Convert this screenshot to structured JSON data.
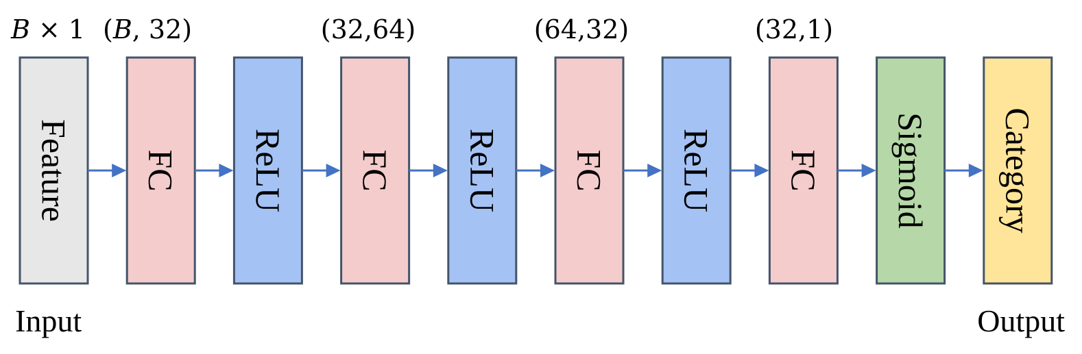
{
  "colors": {
    "feature": "#e7e7e7",
    "fc": "#f4cccc",
    "relu": "#a4c2f4",
    "sigmoid": "#b6d7a8",
    "category": "#ffe599",
    "border": "#44546a",
    "arrow": "#4472c4"
  },
  "blocks": [
    {
      "id": "feature",
      "label": "Feature",
      "kind": "feature"
    },
    {
      "id": "fc-1",
      "label": "FC",
      "kind": "fc"
    },
    {
      "id": "relu-1",
      "label": "ReLU",
      "kind": "relu"
    },
    {
      "id": "fc-2",
      "label": "FC",
      "kind": "fc"
    },
    {
      "id": "relu-2",
      "label": "ReLU",
      "kind": "relu"
    },
    {
      "id": "fc-3",
      "label": "FC",
      "kind": "fc"
    },
    {
      "id": "relu-3",
      "label": "ReLU",
      "kind": "relu"
    },
    {
      "id": "fc-4",
      "label": "FC",
      "kind": "fc"
    },
    {
      "id": "sigmoid",
      "label": "Sigmoid",
      "kind": "sigmoid"
    },
    {
      "id": "category",
      "label": "Category",
      "kind": "category"
    }
  ],
  "dimensions": {
    "input": {
      "b": "B",
      "rest": " × 1"
    },
    "fc1": {
      "open": "(",
      "b": "B",
      "rest": ", 32)"
    },
    "fc2": "(32,64)",
    "fc3": "(64,32)",
    "fc4": "(32,1)"
  },
  "io": {
    "input": "Input",
    "output": "Output"
  }
}
